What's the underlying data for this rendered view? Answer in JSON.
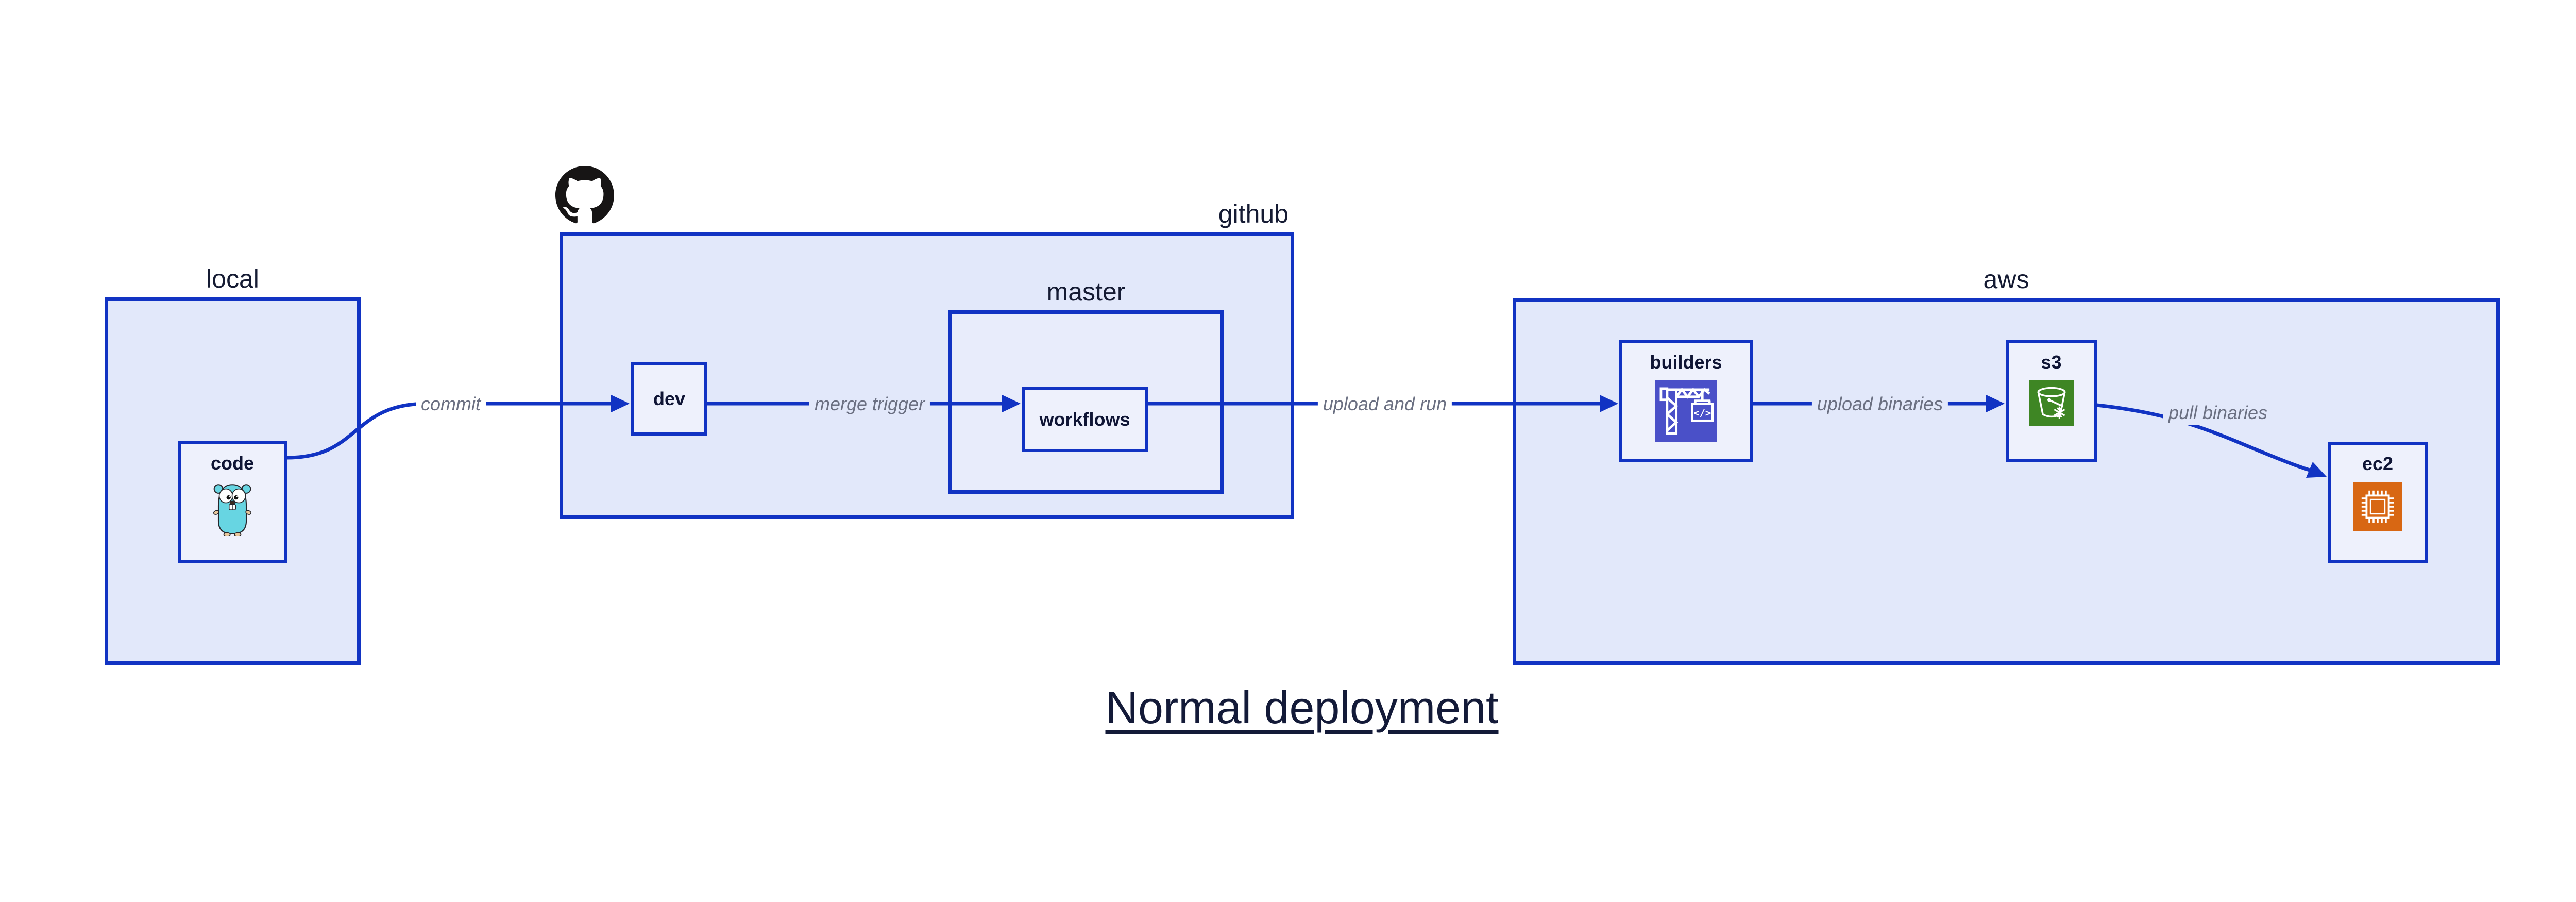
{
  "title": {
    "text": "Normal deployment"
  },
  "containers": {
    "local": {
      "label": "local"
    },
    "github": {
      "label": "github"
    },
    "master": {
      "label": "master"
    },
    "aws": {
      "label": "aws"
    }
  },
  "nodes": {
    "code": {
      "label": "code",
      "icon": "go-gopher-icon"
    },
    "dev": {
      "label": "dev"
    },
    "workflows": {
      "label": "workflows"
    },
    "builders": {
      "label": "builders",
      "icon": "codebuild-crane-icon"
    },
    "s3": {
      "label": "s3",
      "icon": "s3-glacier-bucket-icon"
    },
    "ec2": {
      "label": "ec2",
      "icon": "ec2-chip-icon"
    }
  },
  "edges": [
    {
      "from": "code",
      "to": "dev",
      "label": "commit"
    },
    {
      "from": "dev",
      "to": "workflows",
      "label": "merge trigger"
    },
    {
      "from": "workflows",
      "to": "builders",
      "label": "upload and run"
    },
    {
      "from": "builders",
      "to": "s3",
      "label": "upload binaries"
    },
    {
      "from": "s3",
      "to": "ec2",
      "label": "pull binaries"
    }
  ],
  "decorations": {
    "github_logo": "github-octocat-icon"
  },
  "icons": {
    "builders_glyph_text": "</>"
  },
  "colors": {
    "accent_blue": "#1133c3",
    "container_fill": "#e2e8fa",
    "master_fill": "#e8ecfb",
    "node_fill": "#eef1fc",
    "builders_icon_bg": "#4a50c8",
    "s3_icon_bg": "#3e8624",
    "ec2_icon_bg": "#d86713",
    "gopher_teal": "#67d5e2",
    "edge_label_gray": "#6b7082",
    "text_navy": "#151b33",
    "github_logo_black": "#171515"
  }
}
